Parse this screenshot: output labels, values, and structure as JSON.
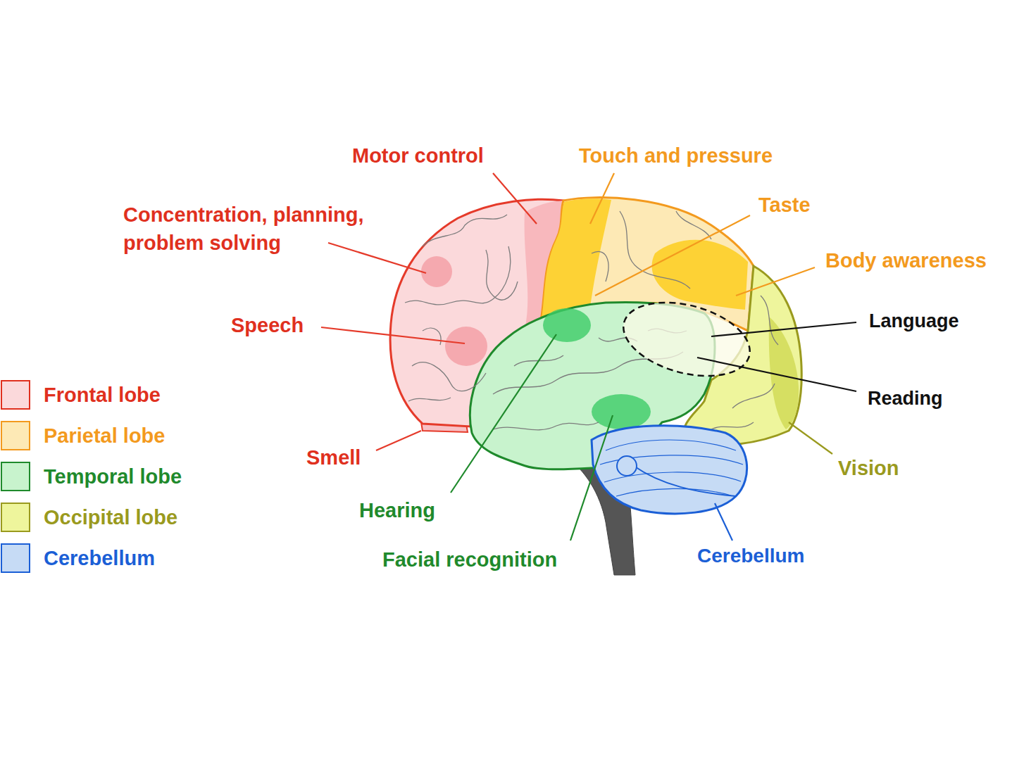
{
  "diagram": {
    "labels": [
      "Motor control",
      "Touch and pressure",
      "Concentration, planning, problem solving",
      "Taste",
      "Body awareness",
      "Speech",
      "Language",
      "Reading",
      "Smell",
      "Vision",
      "Hearing",
      "Facial recognition",
      "Cerebellum"
    ],
    "legend": [
      {
        "text": "Frontal lobe",
        "color": "#fbd9db"
      },
      {
        "text": "Parietal lobe",
        "color": "#fde9b5"
      },
      {
        "text": "Temporal lobe",
        "color": "#c8f3cd"
      },
      {
        "text": "Occipital lobe",
        "color": "#eef59c"
      },
      {
        "text": "Cerebellum",
        "color": "#c6dbf5"
      }
    ]
  }
}
